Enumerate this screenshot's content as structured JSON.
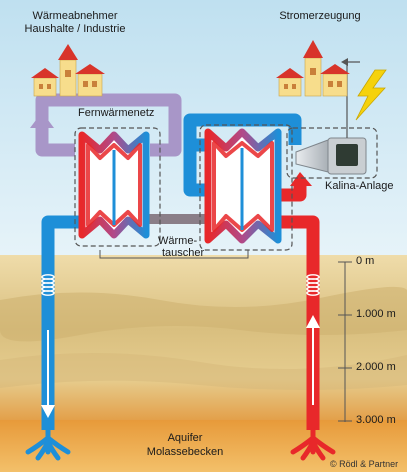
{
  "labels": {
    "consumer_line1": "Wärmeabnehmer",
    "consumer_line2": "Haushalte / Industrie",
    "power": "Stromerzeugung",
    "district_heating": "Fernwärmenetz",
    "kalina": "Kalina-Anlage",
    "exchanger_line1": "Wärme-",
    "exchanger_line2": "tauscher",
    "aquifer": "Aquifer",
    "basin": "Molassebecken",
    "copyright": "© Rödl & Partner"
  },
  "depth_scale": {
    "unit": "m",
    "ticks": [
      "0 m",
      "1.000 m",
      "2.000 m",
      "3.000 m"
    ]
  },
  "icons": {
    "consumer": "house-icon",
    "power_plant": "house-icon",
    "electricity": "lightning-icon",
    "generator": "generator-icon",
    "exchangers": "heat-exchanger-icon",
    "pumps": "pump-coil-icon"
  },
  "colors": {
    "hot": "#e8282a",
    "cold": "#1e8fd8",
    "district": "#a896c8",
    "sky": "#cfe8f3",
    "ground_top": "#ecd9a6",
    "ground_deep": "#e2902e",
    "house_wall": "#f7dd8c",
    "house_roof": "#d8342a",
    "lightning": "#f5d20c",
    "generator": "#b9bec3"
  }
}
